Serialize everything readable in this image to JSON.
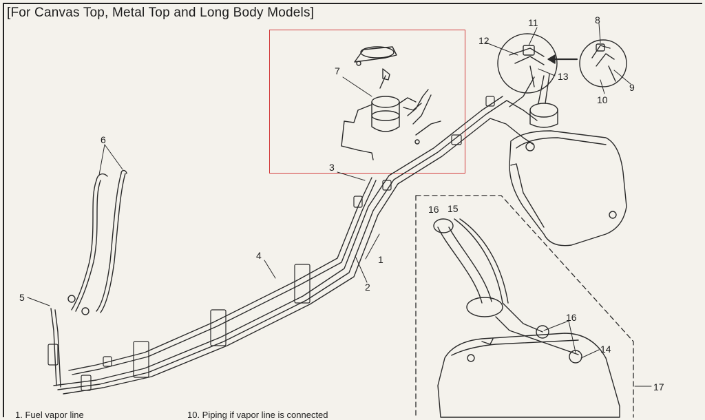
{
  "title": "[For Canvas Top, Metal Top and Long Body Models]",
  "highlight_color": "#d23a3a",
  "callouts": {
    "c1": "1",
    "c2": "2",
    "c3": "3",
    "c4": "4",
    "c5": "5",
    "c6": "6",
    "c7": "7",
    "c8": "8",
    "c9": "9",
    "c10": "10",
    "c11": "11",
    "c12": "12",
    "c13": "13",
    "c14": "14",
    "c15": "15",
    "c16a": "16",
    "c16b": "16",
    "c17": "17"
  },
  "legend": {
    "item1": "1.  Fuel vapor line",
    "item10": "10.  Piping if vapor line is connected"
  }
}
